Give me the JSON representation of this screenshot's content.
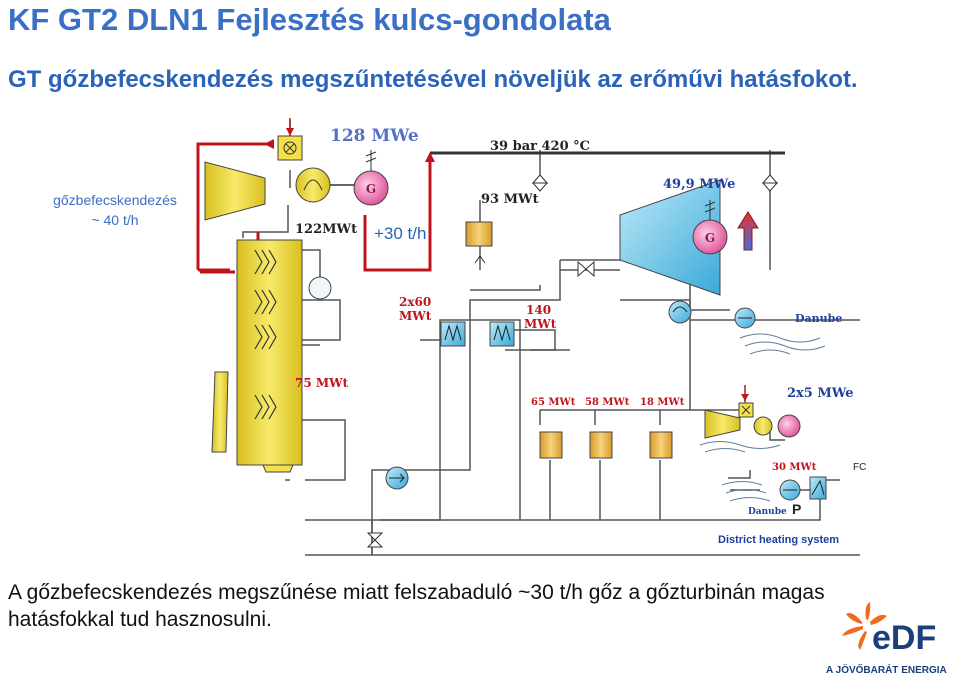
{
  "slide": {
    "title": "KF GT2 DLN1 Fejlesztés kulcs-gondolata",
    "subtitle": "GT gőzbefecskendezés megszűntetésével növeljük az erőművi hatásfokot.",
    "steam_injection_label_1": "gőzbefecskendezés",
    "steam_injection_label_2": "~ 40 t/h",
    "plus_steam": "+30 t/h",
    "bottom_text": "A gőzbefecskendezés megszűnése miatt felszabaduló ~30 t/h gőz a gőzturbinán magas hatásfokkal tud hasznosulni."
  },
  "diagram": {
    "gt_power": "128 MWe",
    "hrsg_heat": "122MWt",
    "steam_params": "39 bar  420 °C",
    "heat_93": "93 MWt",
    "st_power": "49,9 MWe",
    "heat_2x60_a": "2x60",
    "heat_2x60_b": "MWt",
    "heat_140_a": "140",
    "heat_140_b": "MWt",
    "heat_75": "75 MWt",
    "heat_65": "65 MWt",
    "heat_58": "58 MWt",
    "heat_18": "18 MWt",
    "small_gt_power": "2x5 MWe",
    "heat_30": "30 MWt",
    "fc": "FC",
    "danube_1": "Danube",
    "danube_2": "Danube",
    "pump_p": "P",
    "district_heating": "District heating system",
    "generator_symbol": "G"
  },
  "logo": {
    "text": "eDF",
    "tagline": "A JÖVŐBARÁT ENERGIA"
  },
  "colors": {
    "title_blue": "#3a6fc6",
    "diagram_red": "#c0141c",
    "label_blue": "#1f3fa0",
    "component_yellow": "#f3e04a",
    "component_cyan": "#7fd3f2",
    "edf_orange": "#f26a1e",
    "edf_blue": "#1a3f7a"
  }
}
